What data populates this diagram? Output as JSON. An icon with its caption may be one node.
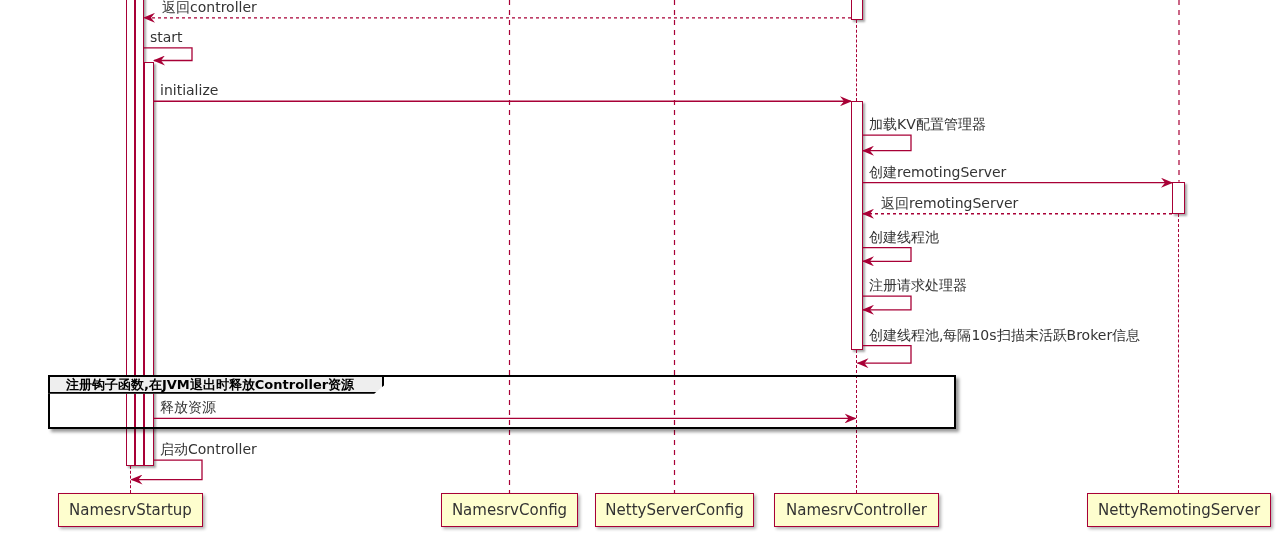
{
  "diagram": {
    "nodes": [
      {
        "text": [
          "NamesrvStartup"
        ]
      },
      {
        "text": [
          "NamesrvConfig"
        ]
      },
      {
        "text": [
          "NettyServerConfig"
        ]
      },
      {
        "text": [
          "NamesrvController"
        ]
      },
      {
        "text": [
          "NettyRemotingServer"
        ]
      },
      {
        "text": [],
        "shape": "bar"
      },
      {
        "text": [],
        "shape": "bar"
      },
      {
        "text": [],
        "shape": "bar"
      },
      {
        "text": [],
        "shape": "bar"
      },
      {
        "text": [],
        "shape": "bar"
      },
      {
        "text": [],
        "shape": "bar"
      },
      {
        "text": [],
        "shape": "line"
      },
      {
        "text": [],
        "shape": "line"
      },
      {
        "text": [],
        "shape": "line"
      },
      {
        "text": [],
        "shape": "line"
      }
    ],
    "edges": [
      {
        "from": 8,
        "to": 6,
        "arrow": "to",
        "style": "dashed",
        "label": "返回controller"
      },
      {
        "from": 6,
        "to": 7,
        "arrow": "to",
        "label": "start"
      },
      {
        "from": 7,
        "to": 9,
        "arrow": "to",
        "label": "initialize"
      },
      {
        "from": 9,
        "to": 9,
        "arrow": "to",
        "label": "加载KV配置管理器"
      },
      {
        "from": 9,
        "to": 10,
        "arrow": "to",
        "label": "创建remotingServer"
      },
      {
        "from": 10,
        "to": 9,
        "arrow": "to",
        "style": "dashed",
        "label": "返回remotingServer"
      },
      {
        "from": 9,
        "to": 9,
        "arrow": "to",
        "label": "创建线程池"
      },
      {
        "from": 9,
        "to": 9,
        "arrow": "to",
        "label": "注册请求处理器"
      },
      {
        "from": 9,
        "to": 12,
        "arrow": "to",
        "label": "创建线程池,每隔10s扫描未活跃Broker信息"
      },
      {
        "from": 7,
        "to": 12,
        "arrow": "to",
        "label": "释放资源"
      },
      {
        "from": 7,
        "to": 14,
        "arrow": "to",
        "label": "启动Controller"
      }
    ],
    "labels": [
      "注册钩子函数,在JVM退出时释放Controller资源"
    ]
  }
}
